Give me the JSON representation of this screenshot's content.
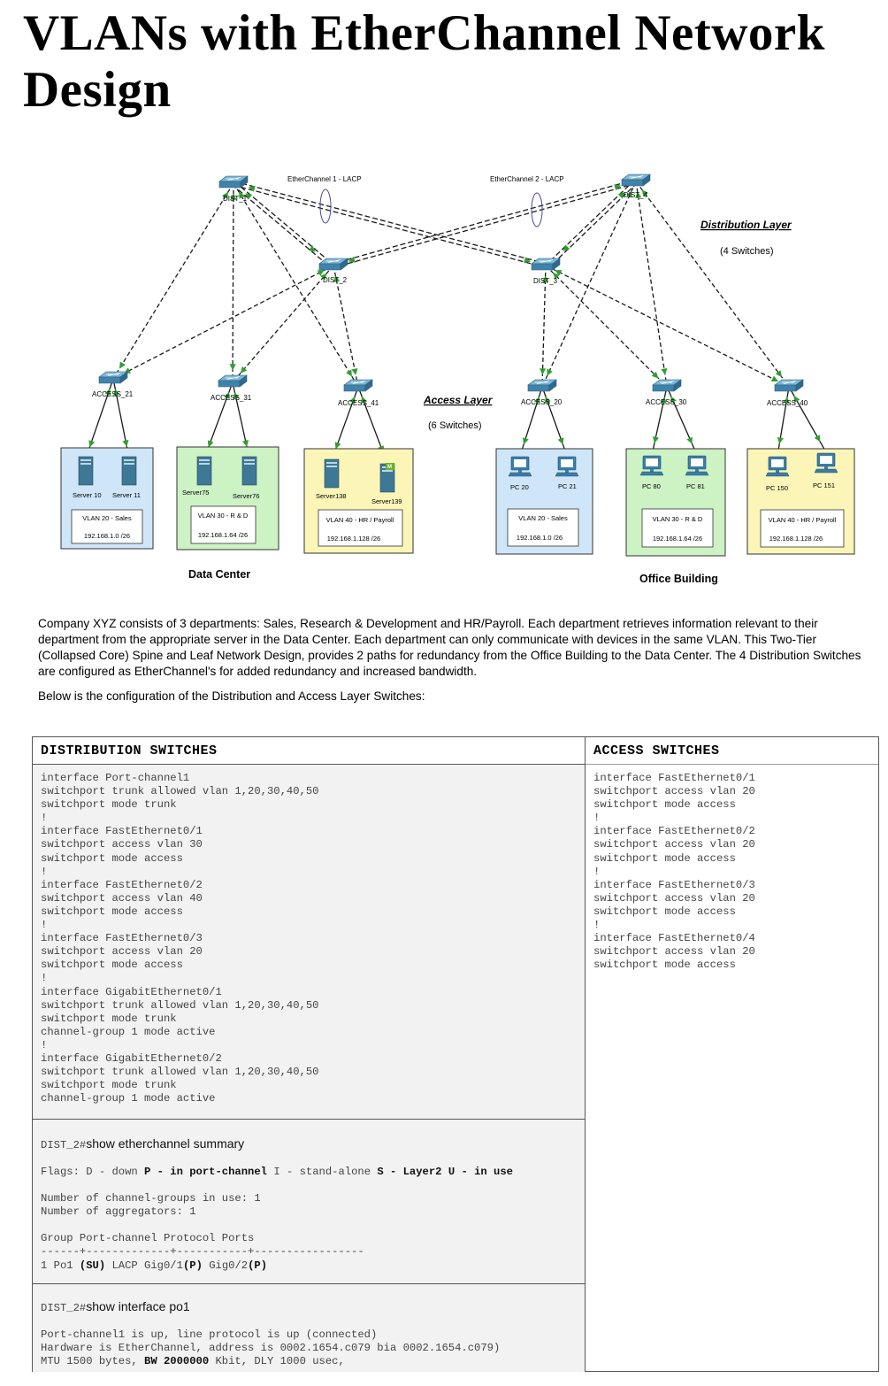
{
  "title": "VLANs with EtherChannel Network Design",
  "diagram": {
    "etherchannel_labels": [
      "EtherChannel 1 - LACP",
      "EtherChannel 2 - LACP"
    ],
    "distribution_layer": {
      "title": "Distribution Layer",
      "subtitle": "(4 Switches)"
    },
    "access_layer": {
      "title": "Access Layer",
      "subtitle": "(6 Switches)"
    },
    "dist_switches": [
      "DIST_1",
      "DIST_2",
      "DIST_3",
      "DIST_4"
    ],
    "access_switches": [
      "ACCESS_21",
      "ACCESS_31",
      "ACCESS_41",
      "ACCESS_20",
      "ACCESS_30",
      "ACCESS_40"
    ],
    "groups": [
      {
        "devices": [
          "Server 10",
          "Server 11"
        ],
        "vlan": "VLAN 20 - Sales",
        "subnet": "192.168.1.0 /26",
        "color": "#cfe6f8"
      },
      {
        "devices": [
          "Server75",
          "Server76"
        ],
        "vlan": "VLAN 30 - R & D",
        "subnet": "192.168.1.64 /26",
        "color": "#cdf2c4"
      },
      {
        "devices": [
          "Server138",
          "Server139"
        ],
        "vlan": "VLAN 40 - HR / Payroll",
        "subnet": "192.168.1.128 /26",
        "color": "#fbf6b8"
      },
      {
        "devices": [
          "PC 20",
          "PC 21"
        ],
        "vlan": "VLAN 20 - Sales",
        "subnet": "192.168.1.0 /26",
        "color": "#cfe6f8"
      },
      {
        "devices": [
          "PC 80",
          "PC 81"
        ],
        "vlan": "VLAN 30 - R & D",
        "subnet": "192.168.1.64 /26",
        "color": "#cdf2c4"
      },
      {
        "devices": [
          "PC 150",
          "PC 151"
        ],
        "vlan": "VLAN 40 - HR / Payroll",
        "subnet": "192.168.1.128 /26",
        "color": "#fbf6b8"
      }
    ],
    "sites": [
      "Data Center",
      "Office Building"
    ],
    "colors": {
      "link": "#1a1a1a",
      "arrow": "#2f9e2f",
      "switch": "#4a8cb0",
      "server": "#3e7897",
      "monitor": "#3b7da6",
      "etherchannel_ellipse": "#4a4a9a"
    }
  },
  "intro": "Company XYZ consists of 3 departments: Sales, Research & Development and HR/Payroll. Each department retrieves information relevant to their department from the appropriate server in the Data Center. Each department can only communicate with devices in the same VLAN. This Two-Tier (Collapsed Core) Spine and Leaf Network Design, provides 2 paths for redundancy from the Office Building to the Data Center. The 4 Distribution Switches are configured as EtherChannel's for added redundancy and increased bandwidth.",
  "intro2": "Below is the configuration of the Distribution and Access Layer Switches:",
  "config": {
    "distribution_header": "DISTRIBUTION SWITCHES",
    "access_header": "ACCESS SWITCHES",
    "distribution_lines": "interface Port-channel1\nswitchport trunk allowed vlan 1,20,30,40,50\nswitchport mode trunk\n!\ninterface FastEthernet0/1\nswitchport access vlan 30\nswitchport mode access\n!\ninterface FastEthernet0/2\nswitchport access vlan 40\nswitchport mode access\n!\ninterface FastEthernet0/3\nswitchport access vlan 20\nswitchport mode access\n!\ninterface GigabitEthernet0/1\nswitchport trunk allowed vlan 1,20,30,40,50\nswitchport mode trunk\nchannel-group 1 mode active\n!\ninterface GigabitEthernet0/2\nswitchport trunk allowed vlan 1,20,30,40,50\nswitchport mode trunk\nchannel-group 1 mode active",
    "access_lines": "interface FastEthernet0/1\nswitchport access vlan 20\nswitchport mode access\n!\ninterface FastEthernet0/2\nswitchport access vlan 20\nswitchport mode access\n!\ninterface FastEthernet0/3\nswitchport access vlan 20\nswitchport mode access\n!\ninterface FastEthernet0/4\nswitchport access vlan 20\nswitchport mode access",
    "summary": {
      "prompt": "DIST_2#",
      "command": "show etherchannel summary",
      "flags_parts": [
        "Flags: D - down ",
        "P - in port-channel",
        " I - stand-alone ",
        "S - Layer2",
        " ",
        "U - in use"
      ],
      "groups_in_use": "Number of channel-groups in use: 1",
      "aggregators": "Number of aggregators: 1",
      "table_header": "Group Port-channel Protocol Ports",
      "table_rule": "------+-------------+-----------+-----------------",
      "row_parts": [
        "1 Po1",
        "(SU)",
        " LACP Gig0/1",
        "(P)",
        " Gig0/2",
        "(P)"
      ]
    },
    "interface": {
      "prompt": "DIST_2#",
      "command": "show interface po1",
      "line1": "Port-channel1 is up, line protocol is up (connected)",
      "line2": "Hardware is EtherChannel, address is 0002.1654.c079 bia 0002.1654.c079)",
      "line3_parts": [
        "MTU 1500 bytes, ",
        "BW 2000000",
        " Kbit, DLY 1000 usec,"
      ]
    }
  }
}
